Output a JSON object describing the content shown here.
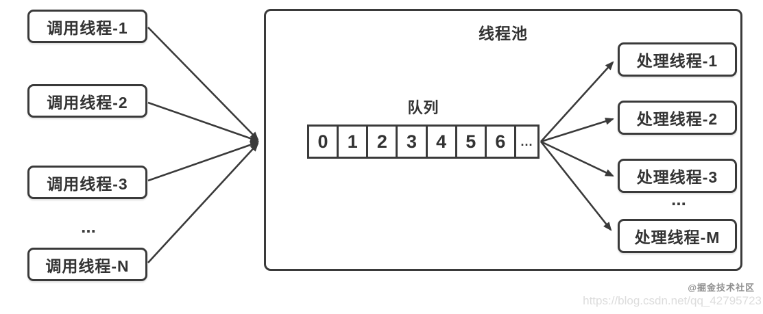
{
  "diagram": {
    "pool_title": "线程池",
    "queue_label": "队列",
    "queue_cells": [
      "0",
      "1",
      "2",
      "3",
      "4",
      "5",
      "6",
      "..."
    ],
    "callers": [
      "调用线程-1",
      "调用线程-2",
      "调用线程-3",
      "调用线程-N"
    ],
    "callers_ellipsis": "...",
    "workers": [
      "处理线程-1",
      "处理线程-2",
      "处理线程-3",
      "处理线程-M"
    ],
    "workers_ellipsis": "..."
  },
  "watermark": {
    "community": "@掘金技术社区",
    "url": "https://blog.csdn.net/qq_42795723"
  },
  "colors": {
    "stroke": "#3a3a3a",
    "text": "#333333",
    "background": "#ffffff",
    "watermark_community": "#8e8e8e",
    "watermark_url": "#dcdcdc"
  }
}
